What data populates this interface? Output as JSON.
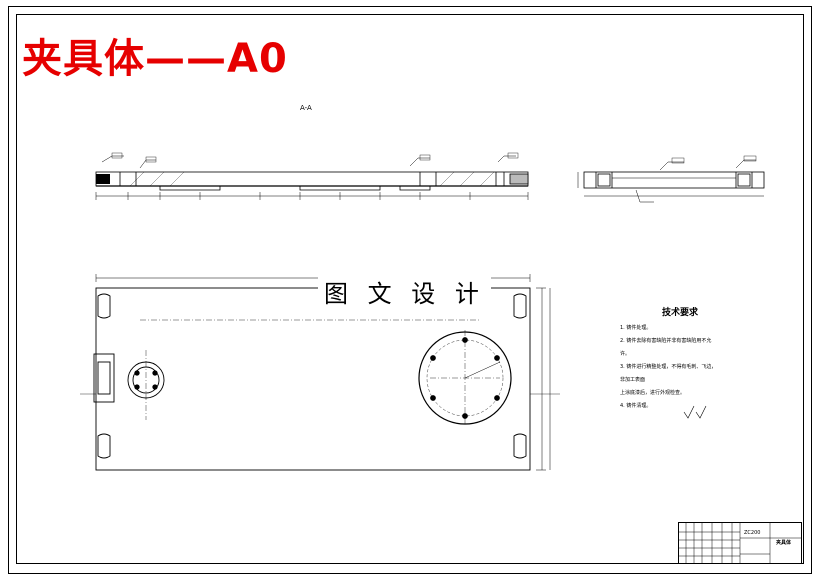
{
  "title": "夹具体——A0",
  "section_label": "A-A",
  "watermark": "图 文 设 计",
  "tech_requirements": {
    "heading": "技术要求",
    "items": [
      "1. 铸件处理。",
      "2. 铸件去除有害缺陷并非有害缺陷用不允许。",
      "3. 铸件进行精整处理，不得有毛刺、飞边，非加工表面",
      "上涂底漆后，进行外观检查。",
      "4. 铸件清理。"
    ]
  },
  "title_block": {
    "part_name": "夹具体",
    "code": "ZC200"
  },
  "colors": {
    "title": "#e60000",
    "line": "#000000"
  }
}
